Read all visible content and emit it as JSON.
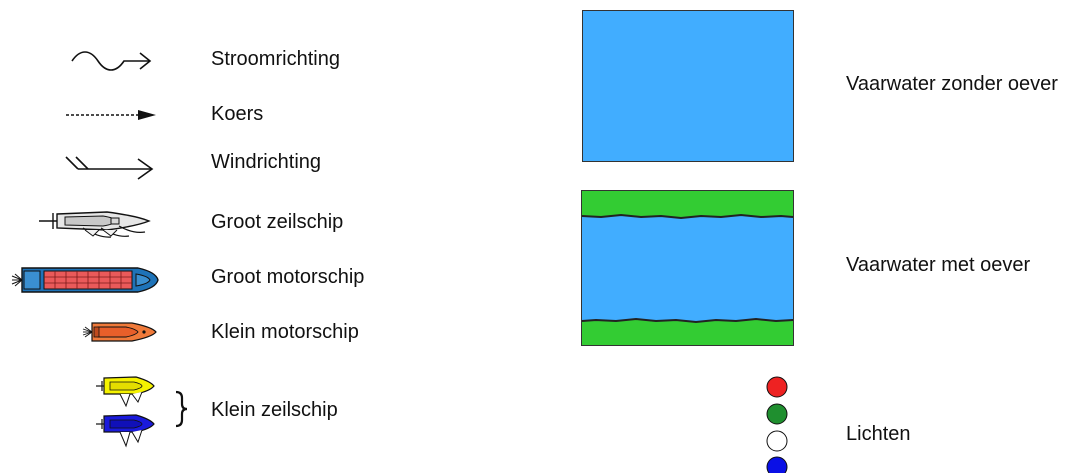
{
  "legend": {
    "left_items": [
      {
        "id": "stroomrichting",
        "label": "Stroomrichting",
        "icon": "current-direction-icon"
      },
      {
        "id": "koers",
        "label": "Koers",
        "icon": "course-arrow-icon"
      },
      {
        "id": "windrichting",
        "label": "Windrichting",
        "icon": "wind-direction-icon"
      },
      {
        "id": "groot-zeilschip",
        "label": "Groot zeilschip",
        "icon": "large-sailing-ship-icon"
      },
      {
        "id": "groot-motorschip",
        "label": "Groot motorschip",
        "icon": "large-motor-ship-icon"
      },
      {
        "id": "klein-motorschip",
        "label": "Klein motorschip",
        "icon": "small-motor-boat-icon"
      },
      {
        "id": "klein-zeilschip",
        "label": "Klein zeilschip",
        "icon": "small-sailboat-icon"
      }
    ],
    "right_items": [
      {
        "id": "vaarwater-zonder-oever",
        "label": "Vaarwater zonder oever",
        "icon": "open-water-swatch"
      },
      {
        "id": "vaarwater-met-oever",
        "label": "Vaarwater met oever",
        "icon": "water-with-banks-swatch"
      },
      {
        "id": "lichten",
        "label": "Lichten",
        "icon": "lights-icon"
      }
    ]
  },
  "colors": {
    "water": "#41adff",
    "bank": "#33cc33",
    "large_motor_hull": "#1e73b8",
    "large_motor_deck": "#ea5a5a",
    "small_motor_hull": "#f07a3a",
    "small_sail_yellow": "#f5f200",
    "small_sail_blue": "#1a1adc",
    "light_red": "#ee2222",
    "light_green": "#1f8f2f",
    "light_white": "#ffffff",
    "light_blue": "#0a10e6"
  },
  "lights": [
    "red",
    "green",
    "white",
    "blue"
  ]
}
